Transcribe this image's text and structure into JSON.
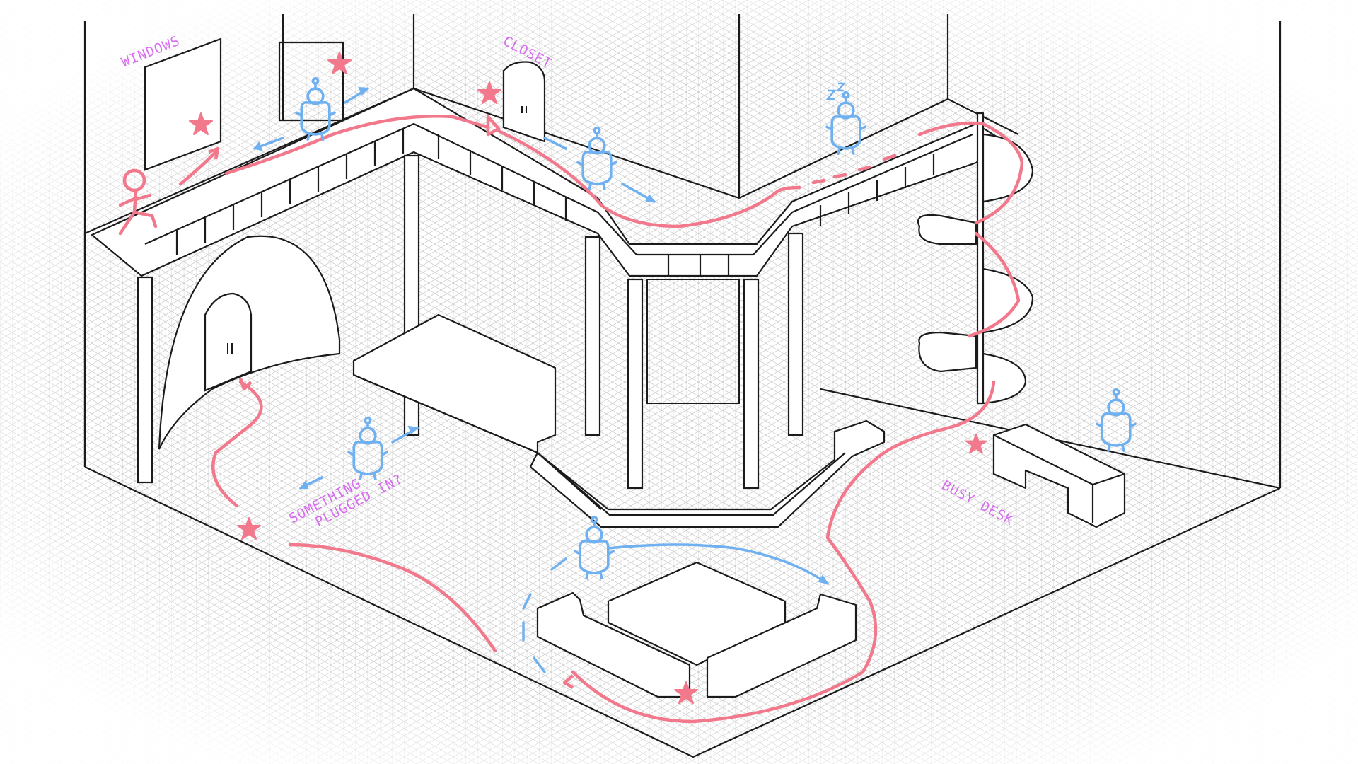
{
  "labels": {
    "windows": "WINDOWS",
    "closet": "CLOSET",
    "something": "SOMETHING",
    "plugged": "PLUGGED IN?",
    "busy_desk": "BUSY DESK"
  },
  "colors": {
    "ink": "#1b1b1b",
    "grid": "#b8b8b8",
    "player_path": "#f2788c",
    "enemy": "#6fb0f0",
    "label": "#d86cf0"
  },
  "icons": {
    "player": "stick-figure-icon",
    "enemy": "robot-guard-icon",
    "objective": "star-icon"
  }
}
